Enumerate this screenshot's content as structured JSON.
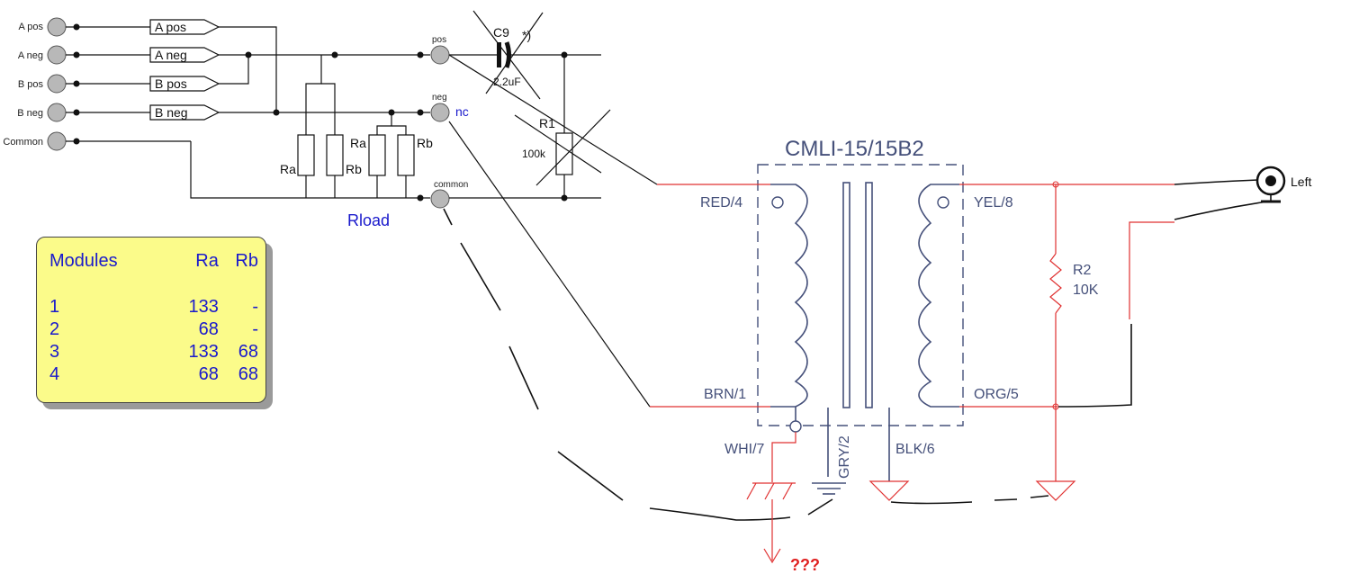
{
  "inputs": [
    {
      "label": "A pos"
    },
    {
      "label": "A neg"
    },
    {
      "label": "B pos"
    },
    {
      "label": "B neg"
    },
    {
      "label": "Common"
    }
  ],
  "connector_tags": [
    "A pos",
    "A neg",
    "B pos",
    "B neg"
  ],
  "resistor_labels": {
    "ra1": "Ra",
    "rb1": "Rb",
    "ra2": "Ra",
    "rb2": "Rb"
  },
  "rload_label": "Rload",
  "terminals": {
    "pos": "pos",
    "neg": "neg",
    "nc": "nc",
    "common": "common"
  },
  "capacitor": {
    "name": "C9",
    "value": "2.2uF",
    "note": "*)"
  },
  "r1": {
    "name": "R1",
    "value": "100k"
  },
  "transformer": {
    "title": "CMLI-15/15B2",
    "pins": {
      "red4": "RED/4",
      "brn1": "BRN/1",
      "yel8": "YEL/8",
      "org5": "ORG/5",
      "whi7": "WHI/7",
      "gry2": "GRY/2",
      "blk6": "BLK/6"
    }
  },
  "r2": {
    "name": "R2",
    "value": "10K"
  },
  "output_label": "Left",
  "question": "???",
  "modules_table": {
    "headers": [
      "Modules",
      "Ra",
      "Rb"
    ],
    "rows": [
      [
        "1",
        "133",
        "-"
      ],
      [
        "2",
        "68",
        "-"
      ],
      [
        "3",
        "133",
        "68"
      ],
      [
        "4",
        "68",
        "68"
      ]
    ]
  },
  "colors": {
    "text_blue": "#1a1acc",
    "wire_red": "#e03030",
    "transformer": "#45507a",
    "table_bg": "#fbfb8a"
  }
}
